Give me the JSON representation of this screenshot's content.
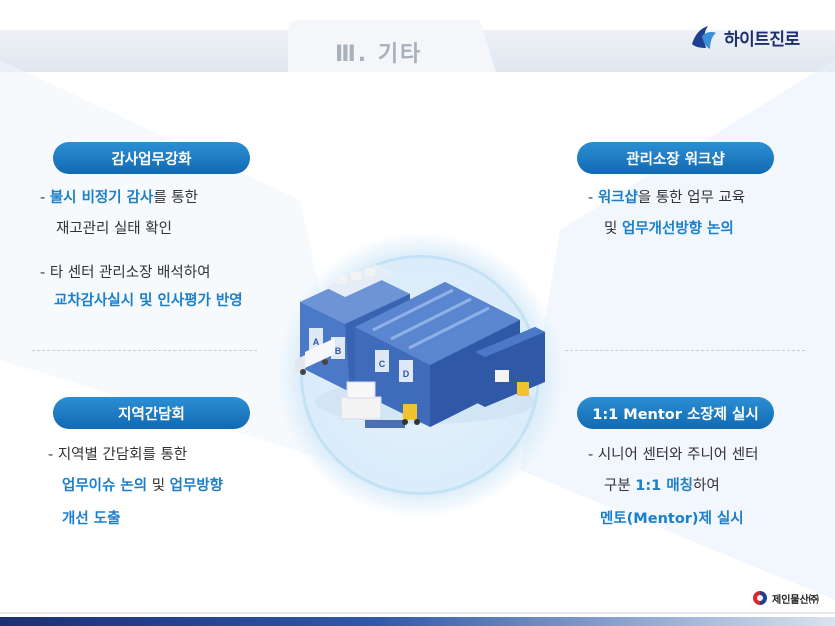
{
  "header": {
    "section_title": "Ⅲ. 기타",
    "logo_text": "하이트진로"
  },
  "left_top": {
    "pill": "감사업무강화",
    "line1_prefix": "- ",
    "line1_hl": "불시 비정기 감사",
    "line1_suffix": "를 통한",
    "line2": "재고관리 실태 확인",
    "line3": "- 타 센터 관리소장 배석하여",
    "line4_hl": "교차감사실시 및 인사평가 반영"
  },
  "left_bottom": {
    "pill": "지역간담회",
    "line1": "- 지역별 간담회를 통한",
    "line2_hl_a": "업무이슈 논의",
    "line2_mid": " 및 ",
    "line2_hl_b": "업무방향",
    "line3_hl": "개선 도출"
  },
  "right_top": {
    "pill": "관리소장 워크샵",
    "line1_prefix": "- ",
    "line1_hl": "워크샵",
    "line1_suffix": "을 통한 업무 교육",
    "line2_prefix": "및 ",
    "line2_hl": "업무개선방향 논의"
  },
  "right_bottom": {
    "pill": "1:1 Mentor 소장제 실시",
    "line1": "- 시니어 센터와 주니어 센터",
    "line2_prefix": "구분 ",
    "line2_hl": "1:1 매칭",
    "line2_suffix": "하여",
    "line3_hl": "멘토(Mentor)제 실시"
  },
  "illustration": {
    "dock_labels": [
      "A",
      "B",
      "C",
      "D"
    ]
  },
  "footer": {
    "company": "제인물산㈜"
  },
  "colors": {
    "accent": "#1b7fcb",
    "pill": "#1169b3",
    "navy": "#1f2f6e"
  }
}
